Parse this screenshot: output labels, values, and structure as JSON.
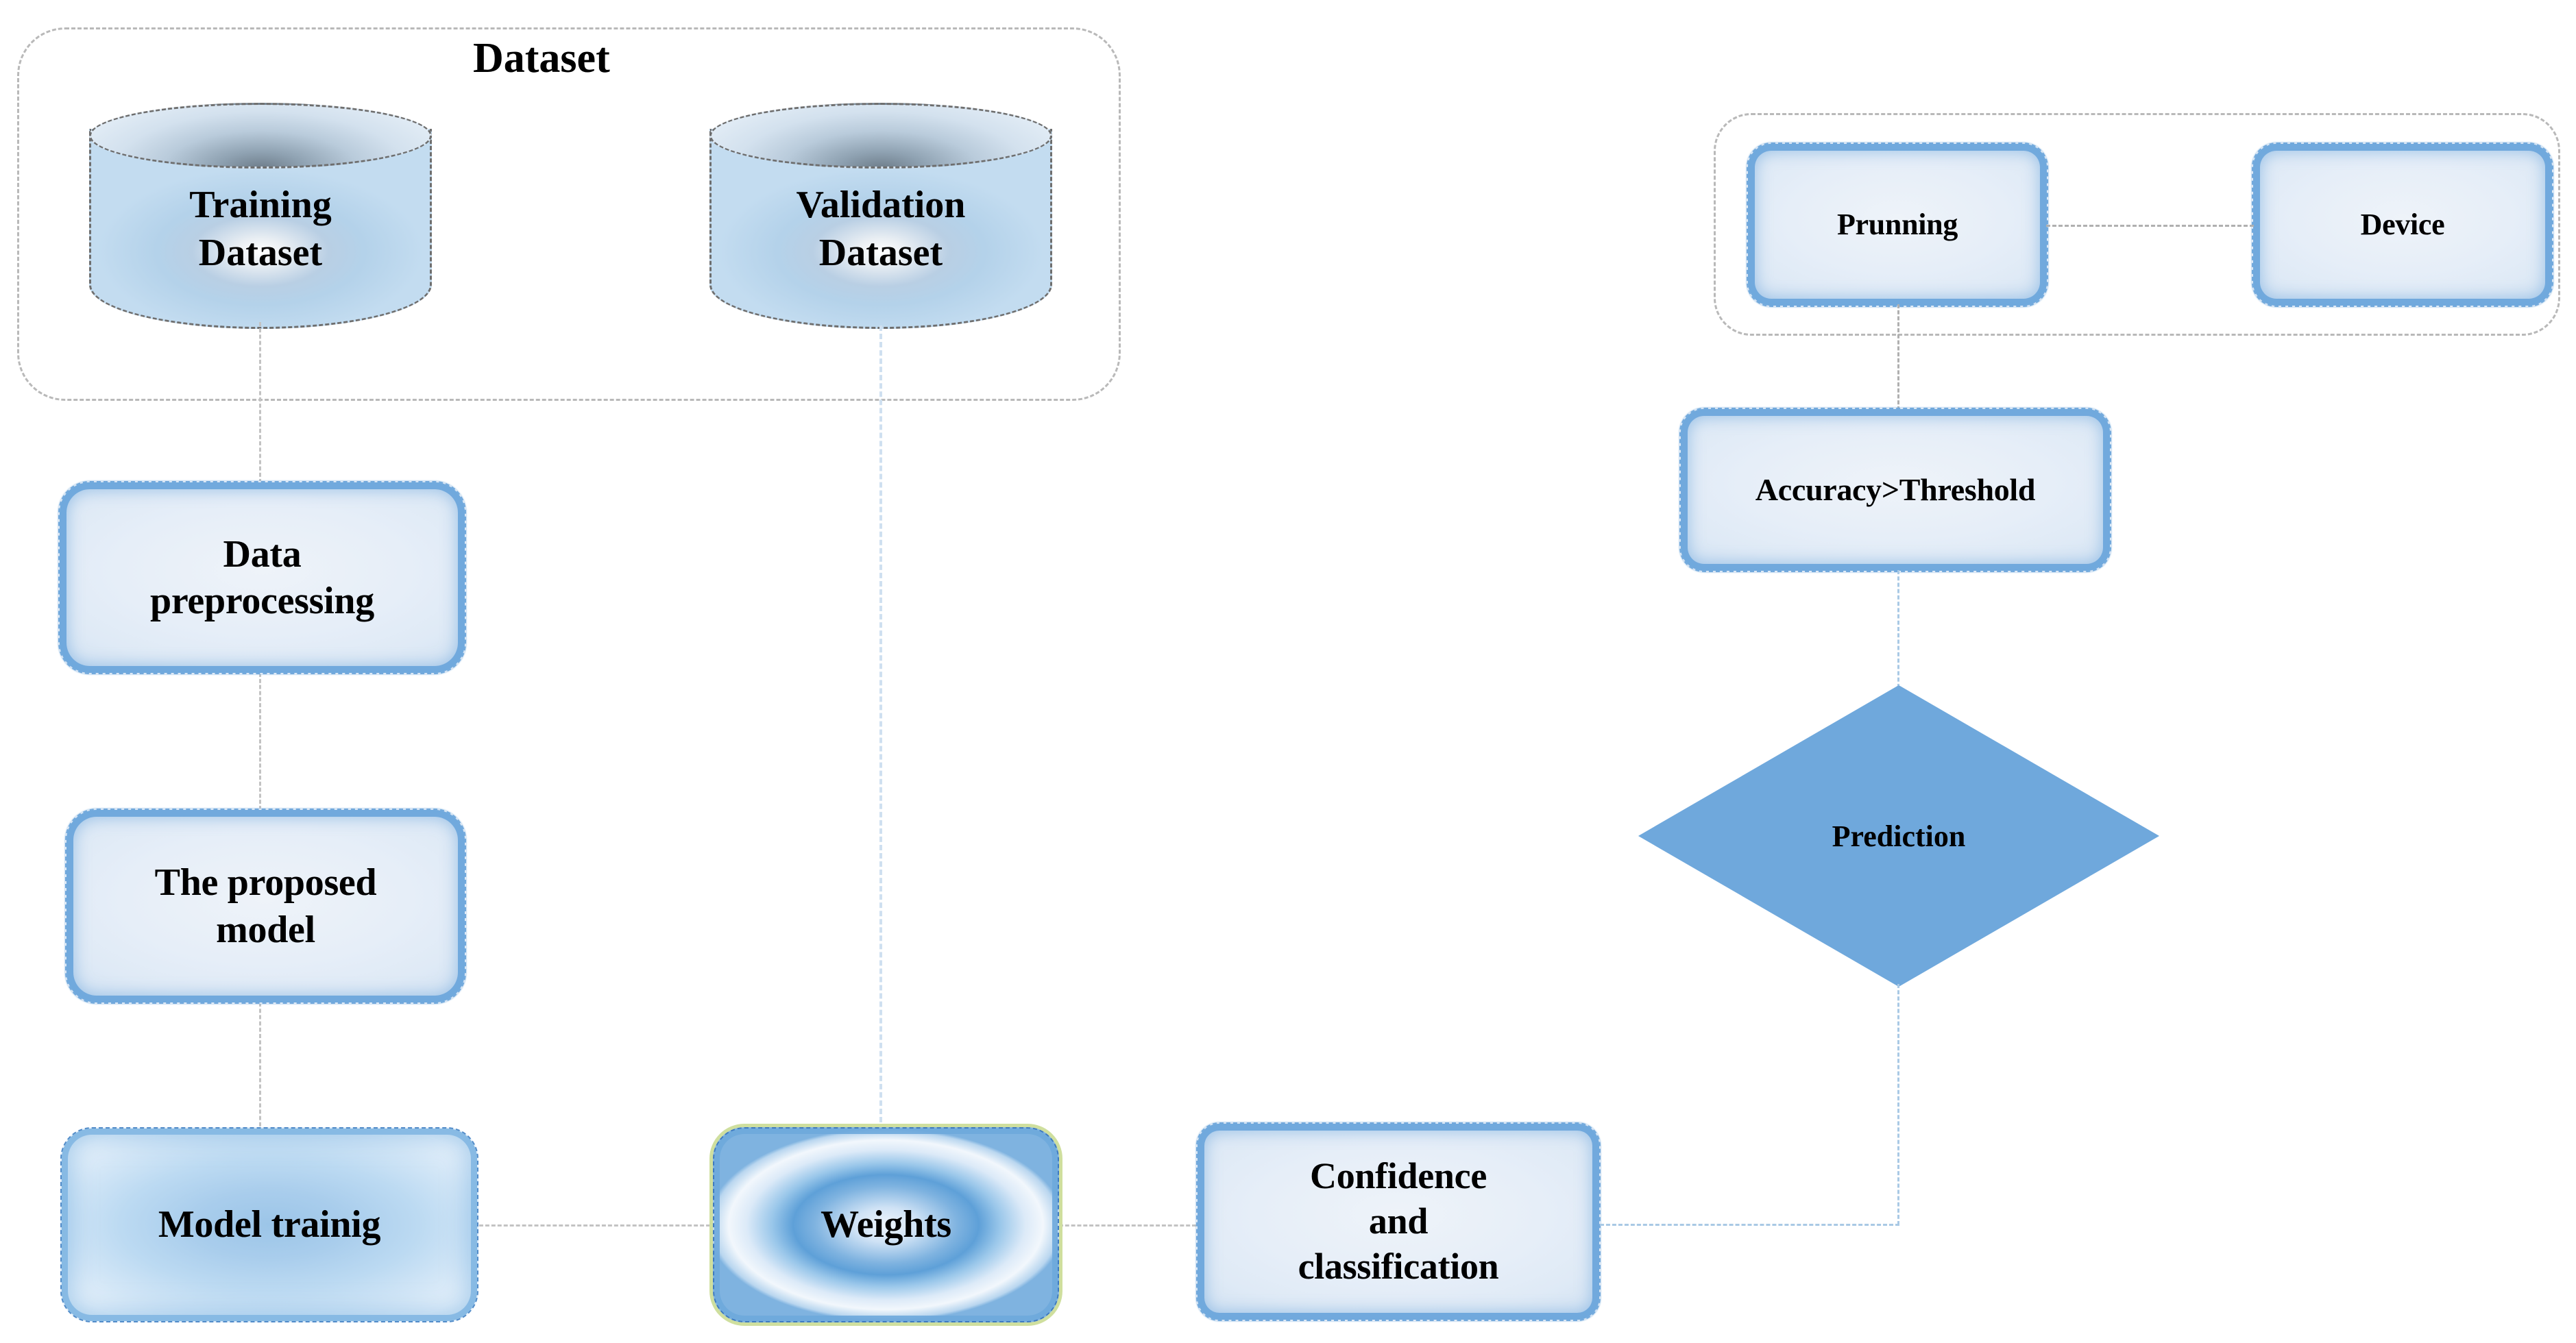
{
  "diagram": {
    "title": "Machine learning pipeline flowchart",
    "colors": {
      "node_border": "#6fa8dc",
      "node_fill": "#e3edf7",
      "group_border": "#b9b9b9",
      "connector": "#c3c3c3",
      "weights_outer_rim": "#cfdf9e",
      "text": "#000000"
    },
    "groups": [
      {
        "id": "dataset-group",
        "title": "Dataset"
      },
      {
        "id": "deployment-group",
        "title": ""
      }
    ],
    "nodes": [
      {
        "id": "training-dataset",
        "shape": "cylinder",
        "label": "Training\nDataset",
        "line1": "Training",
        "line2": "Dataset"
      },
      {
        "id": "validation-dataset",
        "shape": "cylinder",
        "label": "Validation\nDataset",
        "line1": "Validation",
        "line2": "Dataset"
      },
      {
        "id": "data-preprocessing",
        "shape": "rounded-rect",
        "line1": "Data",
        "line2": "preprocessing"
      },
      {
        "id": "proposed-model",
        "shape": "rounded-rect",
        "line1": "The proposed",
        "line2": "model"
      },
      {
        "id": "model-training",
        "shape": "rounded-rect",
        "line1": "Model trainig",
        "line2": ""
      },
      {
        "id": "weights",
        "shape": "rounded-rect",
        "line1": "Weights",
        "line2": ""
      },
      {
        "id": "confidence",
        "shape": "rounded-rect",
        "line1": "Confidence",
        "line2": "and",
        "line3": "classification"
      },
      {
        "id": "prediction",
        "shape": "diamond",
        "line1": "Prediction"
      },
      {
        "id": "accuracy-threshold",
        "shape": "rounded-rect",
        "line1": "Accuracy>Threshold"
      },
      {
        "id": "prunning",
        "shape": "rounded-rect",
        "line1": "Prunning"
      },
      {
        "id": "device",
        "shape": "rounded-rect",
        "line1": "Device"
      }
    ],
    "edges": [
      {
        "from": "training-dataset",
        "to": "data-preprocessing",
        "style": "dashed"
      },
      {
        "from": "data-preprocessing",
        "to": "proposed-model",
        "style": "dashed"
      },
      {
        "from": "proposed-model",
        "to": "model-training",
        "style": "dashed"
      },
      {
        "from": "model-training",
        "to": "weights",
        "style": "dashed"
      },
      {
        "from": "validation-dataset",
        "to": "weights",
        "style": "dashed"
      },
      {
        "from": "weights",
        "to": "confidence",
        "style": "dashed"
      },
      {
        "from": "confidence",
        "to": "prediction",
        "style": "dashed"
      },
      {
        "from": "prediction",
        "to": "accuracy-threshold",
        "style": "dashed"
      },
      {
        "from": "accuracy-threshold",
        "to": "prunning",
        "style": "dashed"
      },
      {
        "from": "prunning",
        "to": "device",
        "style": "dashed"
      }
    ]
  }
}
